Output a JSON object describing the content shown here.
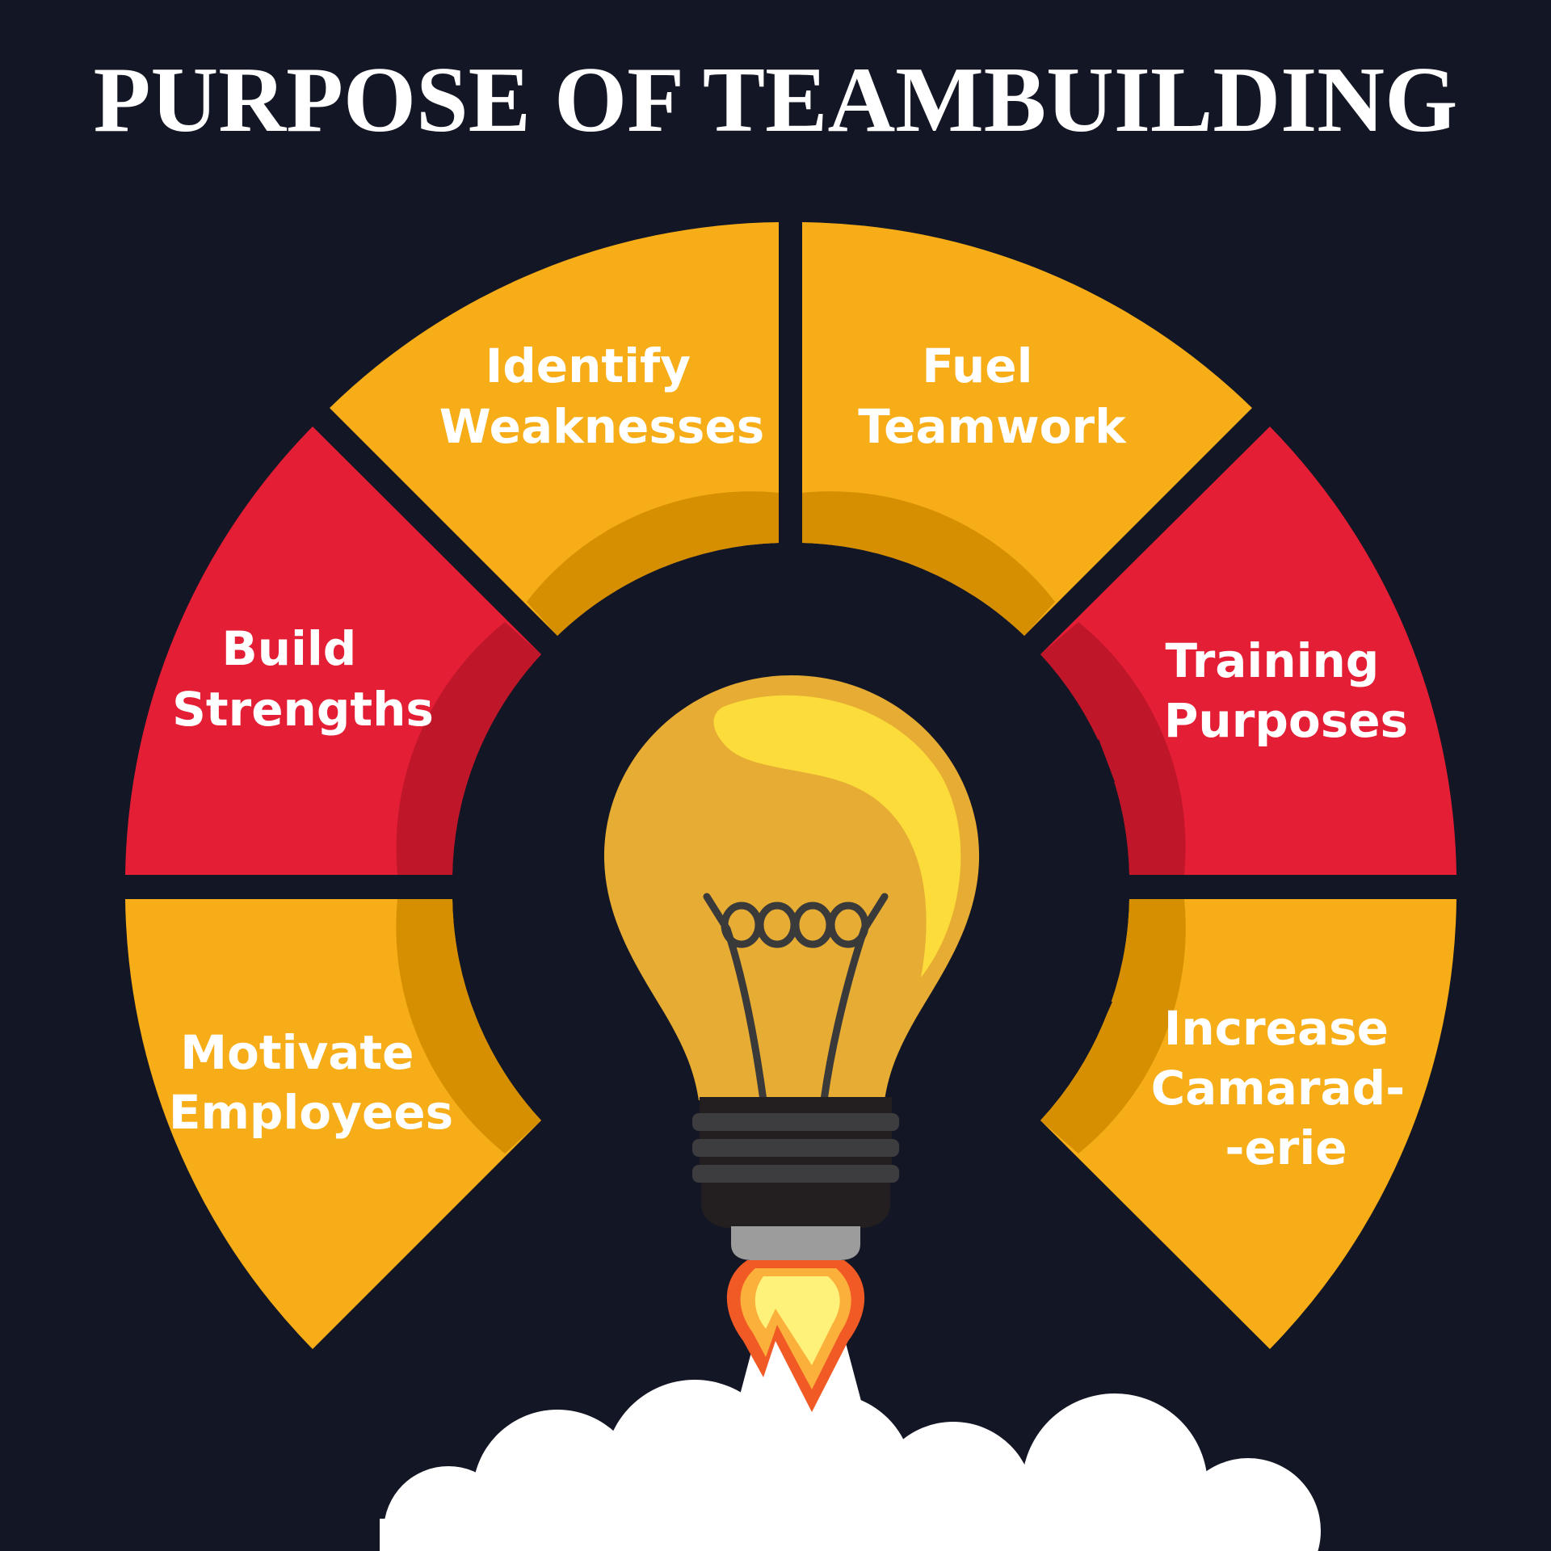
{
  "title": "PURPOSE OF TEAMBUILDING",
  "colors": {
    "background": "#131624",
    "orange": "#f6ad17",
    "orange_dark": "#d68f00",
    "red": "#e31e35",
    "red_dark": "#c01629",
    "text": "#ffffff"
  },
  "segments": [
    {
      "id": "identify-weaknesses",
      "lines": [
        "Identify",
        "Weaknesses"
      ],
      "color": "orange"
    },
    {
      "id": "fuel-teamwork",
      "lines": [
        "Fuel",
        "Teamwork"
      ],
      "color": "orange"
    },
    {
      "id": "build-strengths",
      "lines": [
        "Build",
        "Strengths"
      ],
      "color": "red"
    },
    {
      "id": "training-purposes",
      "lines": [
        "Training",
        "Purposes"
      ],
      "color": "red"
    },
    {
      "id": "motivate-employees",
      "lines": [
        "Motivate",
        "Employees"
      ],
      "color": "orange"
    },
    {
      "id": "increase-camaraderie",
      "lines": [
        "Increase",
        "Camarad-",
        "-erie"
      ],
      "color": "orange"
    }
  ],
  "center_icon": "rocket-lightbulb-icon",
  "bottom_decoration": "smoke-cloud-icon"
}
